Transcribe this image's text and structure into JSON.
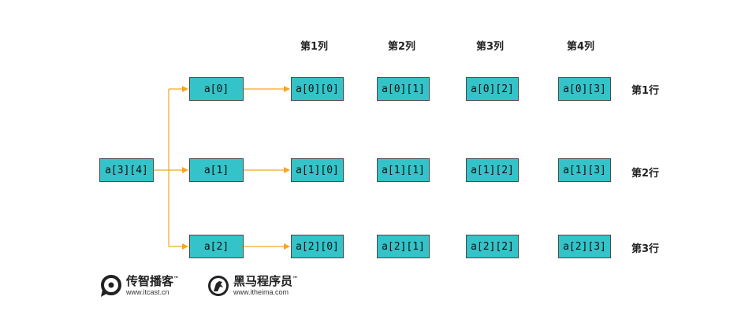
{
  "root": {
    "label": "a[3][4]"
  },
  "rows": [
    {
      "label": "a[0]",
      "cells": [
        "a[0][0]",
        "a[0][1]",
        "a[0][2]",
        "a[0][3]"
      ],
      "row_label": "第1行"
    },
    {
      "label": "a[1]",
      "cells": [
        "a[1][0]",
        "a[1][1]",
        "a[1][2]",
        "a[1][3]"
      ],
      "row_label": "第2行"
    },
    {
      "label": "a[2]",
      "cells": [
        "a[2][0]",
        "a[2][1]",
        "a[2][2]",
        "a[2][3]"
      ],
      "row_label": "第3行"
    }
  ],
  "column_headers": [
    "第1列",
    "第2列",
    "第3列",
    "第4列"
  ],
  "logos": [
    {
      "name": "传智播客",
      "tm": "™",
      "url": "www.itcast.cn"
    },
    {
      "name": "黑马程序员",
      "tm": "™",
      "url": "www.itheima.com"
    }
  ],
  "colors": {
    "box_fill": "#33c3c8",
    "box_border": "#4a4a4a",
    "arrow": "#f5a623",
    "text": "#222222"
  }
}
